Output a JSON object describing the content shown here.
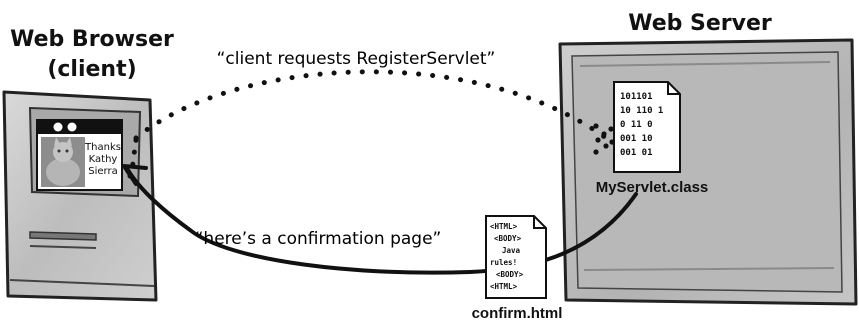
{
  "browser": {
    "title_line1": "Web Browser",
    "title_line2": "(client)",
    "screen_text": [
      "Thanks",
      "Kathy",
      "Sierra"
    ]
  },
  "server": {
    "title": "Web Server",
    "class_file_lines": [
      "101101",
      "10 110 1",
      "0 11 0",
      "001 10",
      "001 01"
    ],
    "class_file_label": "MyServlet.class"
  },
  "request_label": "“client requests RegisterServlet”",
  "response_label": "“here’s a confirmation page”",
  "html_doc": {
    "lines": [
      "<HTML>",
      "<BODY>",
      "Java",
      "rules!",
      "<BODY>",
      "<HTML>"
    ],
    "label": "confirm.html"
  }
}
